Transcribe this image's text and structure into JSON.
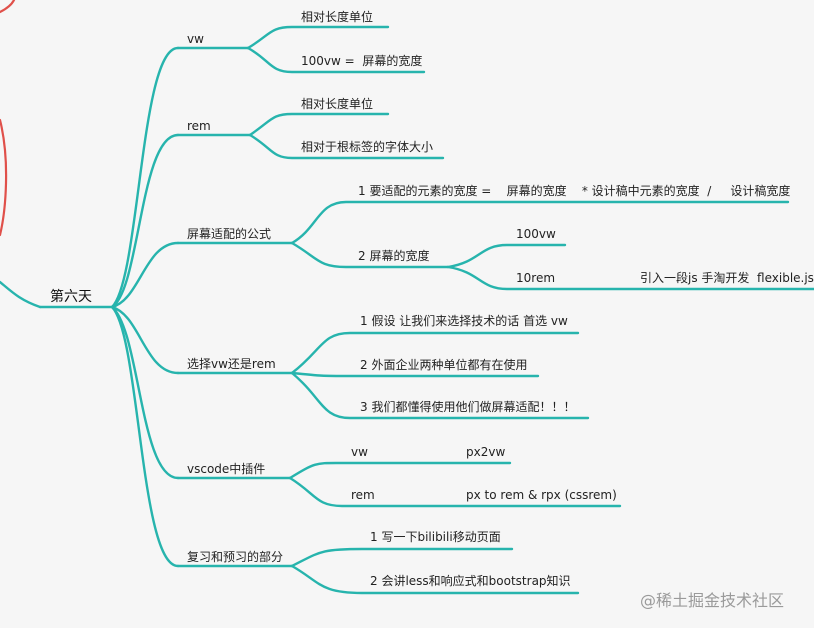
{
  "root": "第六天",
  "branches": [
    {
      "label": "vw",
      "children": [
        "相对长度单位",
        "100vw =  屏幕的宽度"
      ]
    },
    {
      "label": "rem",
      "children": [
        "相对长度单位",
        "相对于根标签的字体大小"
      ]
    },
    {
      "label": "屏幕适配的公式",
      "children": [
        "1 要适配的元素的宽度 =    屏幕的宽度    * 设计稿中元素的宽度  /     设计稿宽度",
        "2 屏幕的宽度"
      ]
    },
    {
      "label": "选择vw还是rem",
      "children": [
        "1 假设 让我们来选择技术的话 首选 vw",
        "2 外面企业两种单位都有在使用",
        "3 我们都懂得使用他们做屏幕适配！！！"
      ]
    },
    {
      "label": "vscode中插件",
      "children": [
        "vw",
        "rem"
      ]
    },
    {
      "label": "复习和预习的部分",
      "children": [
        "1 写一下bilibili移动页面",
        "2 会讲less和响应式和bootstrap知识"
      ]
    }
  ],
  "screen_width_children": [
    "100vw",
    "10rem"
  ],
  "screen_width_note": "引入一段js 手淘开发  flexible.js",
  "plugins": [
    "px2vw",
    "px to rem & rpx (cssrem)"
  ],
  "watermark": "@稀土掘金技术社区",
  "colors": {
    "branch": "#27b4ad",
    "accent": "#e0504a",
    "background": "#f6f6f6"
  }
}
